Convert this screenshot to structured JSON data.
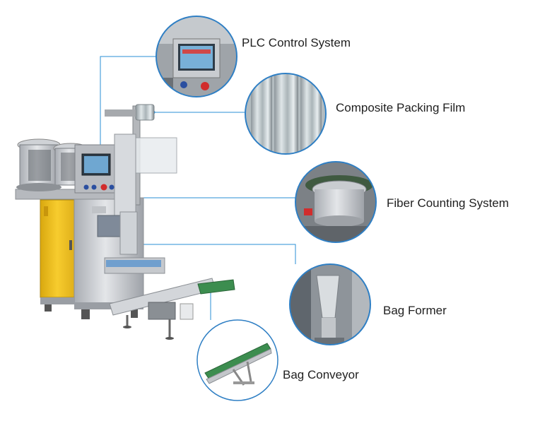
{
  "labels": {
    "plc": "PLC Control System",
    "film": "Composite Packing Film",
    "fiber": "Fiber Counting System",
    "former": "Bag Former",
    "conveyor": "Bag Conveyor"
  },
  "colors": {
    "leader_line": "#2a8fd6",
    "circle_border": "#2f7fc4",
    "cabinet_yellow": "#f4c430",
    "steel": "#c9ccd1",
    "conveyor_belt": "#3c8d4f"
  }
}
